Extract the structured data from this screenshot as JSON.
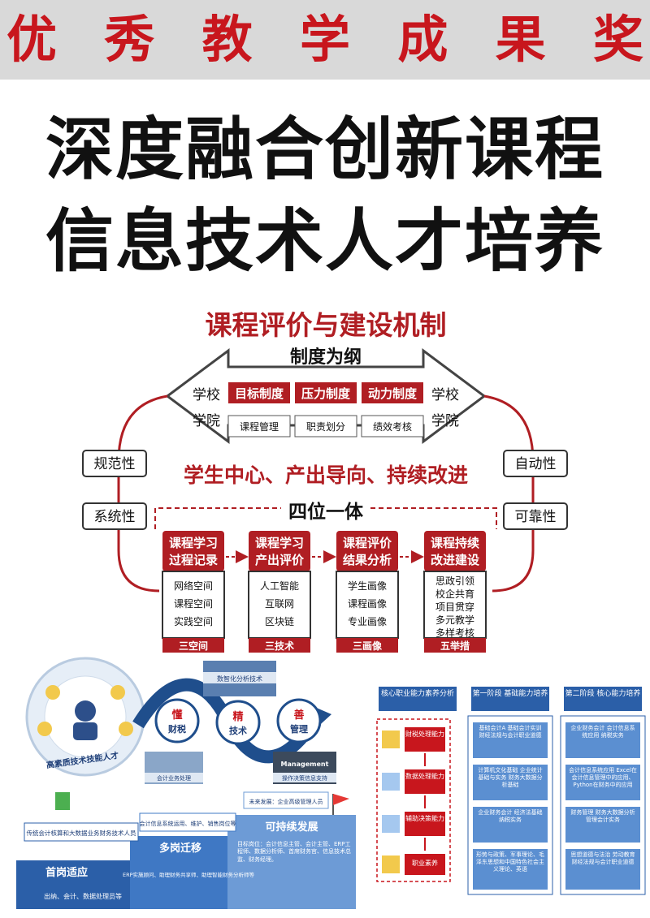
{
  "banner": {
    "chars": [
      "优",
      "秀",
      "教",
      "学",
      "成",
      "果",
      "奖"
    ]
  },
  "headline": {
    "line1": "深度融合创新课程",
    "line2": "信息技术人才培养"
  },
  "mechanism": {
    "title": "课程评价与建设机制",
    "principle": "制度为纲",
    "left_labels": [
      "学校",
      "学院"
    ],
    "right_labels": [
      "学校",
      "学院"
    ],
    "systems": [
      "目标制度",
      "压力制度",
      "动力制度"
    ],
    "system_items": [
      "课程管理",
      "职责划分",
      "绩效考核"
    ],
    "side_left": [
      "规范性",
      "系统性"
    ],
    "side_right": [
      "自动性",
      "可靠性"
    ],
    "slogan": "学生中心、产出导向、持续改进",
    "unity": "四位一体",
    "stages": [
      {
        "line1": "课程学习",
        "line2": "过程记录",
        "items": [
          "网络空间",
          "课程空间",
          "实践空间"
        ],
        "footer": "三空间"
      },
      {
        "line1": "课程学习",
        "line2": "产出评价",
        "items": [
          "人工智能",
          "互联网",
          "区块链"
        ],
        "footer": "三技术"
      },
      {
        "line1": "课程评价",
        "line2": "结果分析",
        "items": [
          "学生画像",
          "课程画像",
          "专业画像"
        ],
        "footer": "三画像"
      },
      {
        "line1": "课程持续",
        "line2": "改进建设",
        "items": [
          "思政引领",
          "校企共育",
          "项目贯穿",
          "多元教学",
          "多样考核"
        ],
        "footer": "五举措"
      }
    ]
  },
  "talent": {
    "center": "高素质技术技能人才",
    "nodes": [
      {
        "a": "懂",
        "b": "财税"
      },
      {
        "a": "精",
        "b": "技术"
      },
      {
        "a": "善",
        "b": "管理"
      }
    ],
    "photo_top": "数智化分析技术",
    "photo_a": "会计业务处理",
    "photo_b_title": "Management",
    "photo_b": "操作决策信息支持",
    "steps": [
      {
        "title": "首岗适应",
        "role": "传统会计核算和大数据业务财务技术人员",
        "detail": "出纳、会计、数据处理员等"
      },
      {
        "title": "多岗迁移",
        "role": "会计信息系统运用、维护、销售岗位等",
        "detail": "ERP实施顾问、助理财务共享师、助理智能财务分析师等"
      },
      {
        "title": "可持续发展",
        "role": "未来发展：企业高级管理人员",
        "detail": "目标岗位：会计信息主管、会计主管、ERP工程师、数据分析师、首席财务官、信息技术总监、财务经理。"
      }
    ]
  },
  "competency": {
    "col1_title": "核心职业能力素养分析",
    "col2_title": "第一阶段 基础能力培养",
    "col3_title": "第二阶段 核心能力培养",
    "abilities": [
      "财税处理能力",
      "数据处理能力",
      "辅助决策能力",
      "职业素养"
    ],
    "stage1": [
      "基础会计A 基础会计实训 财经法规与会计职业道德",
      "计算机文化基础 企业统计基础与实务 财务大数据分析基础",
      "企业财务会计 经济法基础 纳税实务",
      "形势与政策、军事理论、毛泽东思想和中国特色社会主义理论、英语"
    ],
    "stage2": [
      "企业财务会计 会计信息系统应用 纳税实务",
      "会计信息系统应用 Excel在会计信息管理中的应用、Python在财务中的应用",
      "财务管理 财务大数据分析 管理会计实务",
      "思想道德与法治 劳动教育 财经法规与会计职业道德"
    ]
  }
}
